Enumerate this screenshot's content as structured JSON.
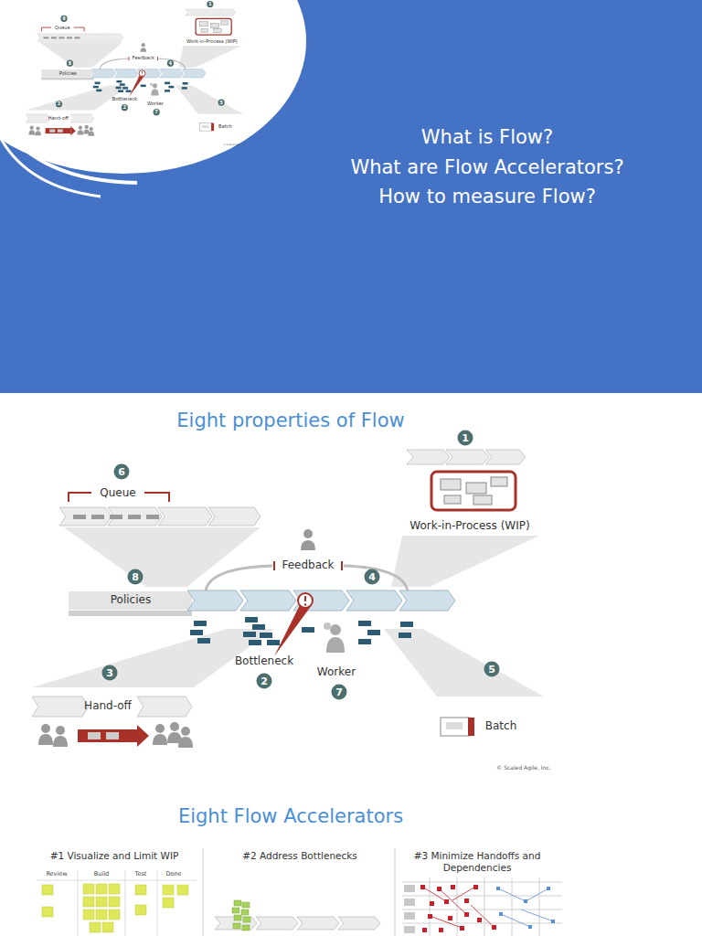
{
  "diagram": {
    "nodes": [
      {
        "text": [
          "#1 Visualize and Limit WIP"
        ]
      },
      {
        "text": [
          "#2 Address Bottlenecks"
        ]
      },
      {
        "text": [
          "#3 Minimize Handoffs and Dependencies"
        ]
      }
    ],
    "labels": [
      "What is Flow?",
      "What are Flow Accelerators?",
      "How to measure Flow?",
      "6",
      "Queue",
      "1",
      "Work-in-Process (WIP)",
      "Feedback",
      "4",
      "8",
      "Policies",
      "Bottleneck",
      "2",
      "Worker",
      "7",
      "3",
      "Hand-off",
      "5",
      "Batch",
      "© Scaled Agile, Inc.",
      "Eight properties of Flow",
      "6",
      "Queue",
      "1",
      "Work-in-Process (WIP)",
      "Feedback",
      "4",
      "8",
      "Policies",
      "Bottleneck",
      "2",
      "Worker",
      "7",
      "3",
      "Hand-off",
      "5",
      "Batch",
      "© Scaled Agile, Inc.",
      "Eight Flow Accelerators",
      "Review",
      "Build",
      "Test",
      "Done"
    ]
  }
}
